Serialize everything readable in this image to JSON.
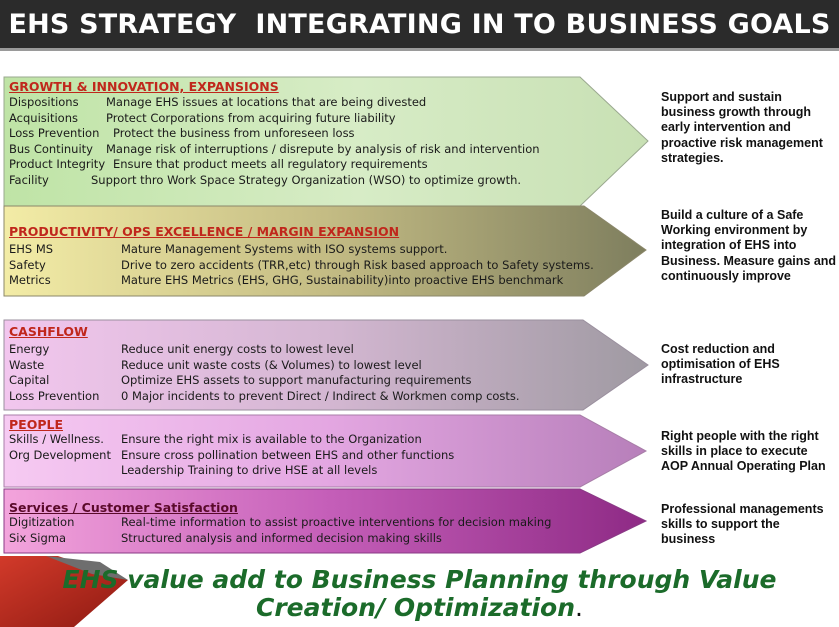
{
  "title": "EHS STRATEGY  INTEGRATING IN TO BUSINESS GOALS",
  "colors": {
    "title_bg": "#2b2b2b",
    "footer_text": "#1b6b2a",
    "accent_red": "#b0281e"
  },
  "sections": [
    {
      "heading": "GROWTH & INNOVATION, EXPANSIONS",
      "heading_color": "#c0271c",
      "rows": [
        {
          "key": "Dispositions",
          "value": "Manage EHS issues at locations that are being divested"
        },
        {
          "key": "Acquisitions",
          "value": "Protect Corporations from acquiring future liability"
        },
        {
          "key": "Loss Prevention",
          "value": "Protect the business from unforeseen loss"
        },
        {
          "key": "Bus Continuity",
          "value": "Manage risk of interruptions / disrepute by analysis of risk and intervention"
        },
        {
          "key": "Product Integrity",
          "value": "Ensure that product meets all regulatory requirements"
        },
        {
          "key": "Facility",
          "value": "Support thro Work Space Strategy Organization (WSO) to optimize growth."
        }
      ],
      "outcome": "Support and sustain business growth through early intervention and proactive risk management strategies."
    },
    {
      "heading": "PRODUCTIVITY/ OPS EXCELLENCE / MARGIN EXPANSION",
      "heading_color": "#c0271c",
      "rows": [
        {
          "key": "EHS MS",
          "value": "Mature Management Systems with ISO systems support."
        },
        {
          "key": "Safety",
          "value": "Drive to zero accidents (TRR,etc) through Risk based approach to Safety systems."
        },
        {
          "key": "Metrics",
          "value": "Mature EHS Metrics (EHS, GHG, Sustainability)into proactive EHS benchmark"
        }
      ],
      "outcome": "Build a culture of a Safe Working environment by integration of EHS into Business. Measure gains and continuously improve"
    },
    {
      "heading": "CASHFLOW",
      "heading_color": "#c0271c",
      "rows": [
        {
          "key": "Energy",
          "value": "Reduce unit energy costs to lowest level"
        },
        {
          "key": "Waste",
          "value": "Reduce unit waste costs (& Volumes) to lowest level"
        },
        {
          "key": "Capital",
          "value": "Optimize EHS assets to support manufacturing requirements"
        },
        {
          "key": "Loss Prevention",
          "value": "0 Major incidents to prevent Direct / Indirect & Workmen comp costs."
        }
      ],
      "outcome": "Cost reduction  and optimisation of  EHS infrastructure"
    },
    {
      "heading": "PEOPLE",
      "heading_color": "#c0271c",
      "rows": [
        {
          "key": "Skills / Wellness.",
          "value": "Ensure the right mix is available to the Organization"
        },
        {
          "key": "Org Development",
          "value": "Ensure cross pollination between  EHS and other functions"
        },
        {
          "key": "",
          "value": "Leadership Training to drive HSE at all levels"
        }
      ],
      "outcome": "Right people with the right skills in place to execute AOP Annual Operating Plan"
    },
    {
      "heading": "Services / Customer Satisfaction",
      "heading_color": "#5a0a2a",
      "rows": [
        {
          "key": "Digitization",
          "value": "Real-time information to assist proactive interventions for decision making"
        },
        {
          "key": "Six Sigma",
          "value": "Structured analysis and informed decision making skills"
        }
      ],
      "outcome": "Professional managements skills to support the business"
    }
  ],
  "footer": {
    "line1": "EHS value add to Business Planning through Value",
    "line2": "Creation/ Optimization",
    "end": "."
  }
}
